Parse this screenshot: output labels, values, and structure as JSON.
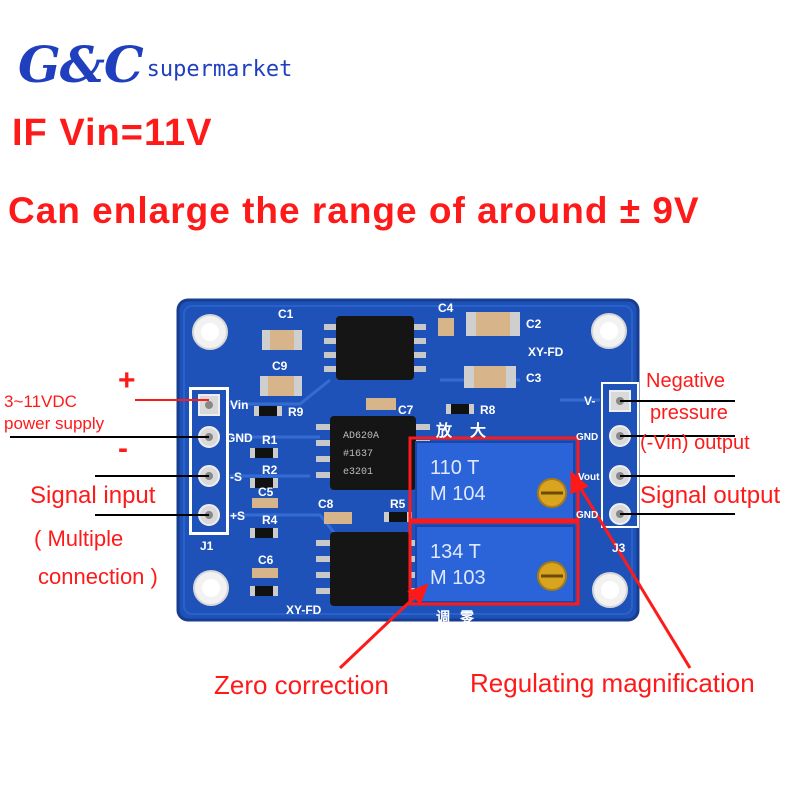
{
  "brand": {
    "logo_mark": "G&C",
    "logo_text": "supermarket"
  },
  "headline": {
    "line1": "IF Vin=11V",
    "line2": "Can enlarge the range of around ± 9V"
  },
  "annotations": {
    "plus": "+",
    "minus": "-",
    "supply_voltage": "3~11VDC",
    "supply_desc": "power supply",
    "signal_input": "Signal input",
    "multiple": "( Multiple",
    "connection": "connection )",
    "negative": "Negative",
    "pressure": "pressure",
    "vin_output": "(-Vin) output",
    "signal_output": "Signal output",
    "zero_correction": "Zero correction",
    "regulating_magnification": "Regulating magnification"
  },
  "board": {
    "silkscreen": {
      "c1": "C1",
      "c2": "C2",
      "c3": "C3",
      "c4": "C4",
      "c5": "C5",
      "c6": "C6",
      "c7": "C7",
      "c8": "C8",
      "c9": "C9",
      "r1": "R1",
      "r2": "R2",
      "r4": "R4",
      "r5": "R5",
      "r8": "R8",
      "r9": "R9",
      "xyfd_top": "XY-FD",
      "xyfd_bottom": "XY-FD",
      "vin": "Vin",
      "gnd_left": "GND",
      "minus_s": "-S",
      "plus_s": "+S",
      "j1": "J1",
      "v_minus": "V-",
      "gnd_right": "GND",
      "vout": "Vout",
      "gnd_right2": "GND",
      "j3": "J3",
      "fang": "放",
      "da": "大",
      "tiao": "调",
      "ling": "零"
    },
    "chip_main": {
      "line1": "AD620A",
      "line2": "#1637",
      "line3": "e3201"
    },
    "pot_top": {
      "line1": "110 T",
      "line2": "M 104"
    },
    "pot_bottom": {
      "line1": "134 T",
      "line2": "M 103"
    }
  },
  "colors": {
    "annotation": "#ff1a1a",
    "pcb": "#1f52b8",
    "logo": "#1f3fbf",
    "pot": "#2b64d8",
    "pot_screw": "#d9a520"
  }
}
